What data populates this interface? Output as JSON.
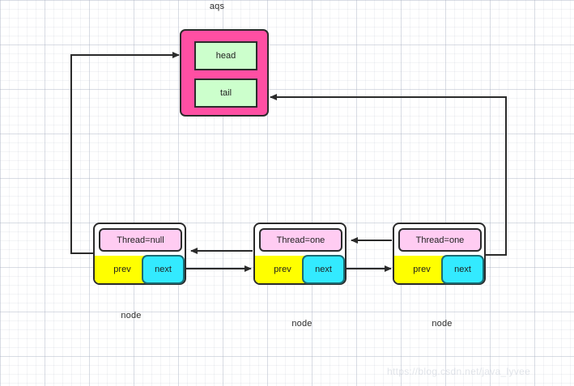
{
  "diagram": {
    "title_caption": "aqs",
    "watermark": "https://blog.csdn.net/java_lyvee",
    "colors": {
      "aqs_fill": "#ff4fa3",
      "slot_fill": "#ccffcc",
      "thread_fill": "#ffccf2",
      "prev_fill": "#ffff00",
      "next_fill": "#33eaff",
      "stroke": "#2b2b2b",
      "node_fill": "#ffffff"
    },
    "aqs": {
      "label": "aqs",
      "slots": [
        {
          "name": "head",
          "label": "head"
        },
        {
          "name": "tail",
          "label": "tail"
        }
      ]
    },
    "nodes": [
      {
        "caption": "node",
        "thread": "Thread=null",
        "prev": "prev",
        "next": "next"
      },
      {
        "caption": "node",
        "thread": "Thread=one",
        "prev": "prev",
        "next": "next"
      },
      {
        "caption": "node",
        "thread": "Thread=one",
        "prev": "prev",
        "next": "next"
      }
    ],
    "edges": [
      {
        "name": "head-to-node1",
        "from": "node-1",
        "to": "aqs.head",
        "direction": "to-head"
      },
      {
        "name": "tail-to-node3",
        "from": "node-3",
        "to": "aqs.tail",
        "direction": "to-tail"
      },
      {
        "name": "node2-prev-to-node1",
        "from": "node-2",
        "to": "node-1",
        "direction": "left"
      },
      {
        "name": "node1-next-to-node2",
        "from": "node-1",
        "to": "node-2",
        "direction": "right"
      },
      {
        "name": "node3-prev-to-node2",
        "from": "node-3",
        "to": "node-2",
        "direction": "left"
      },
      {
        "name": "node2-next-to-node3",
        "from": "node-2",
        "to": "node-3",
        "direction": "right"
      }
    ]
  }
}
